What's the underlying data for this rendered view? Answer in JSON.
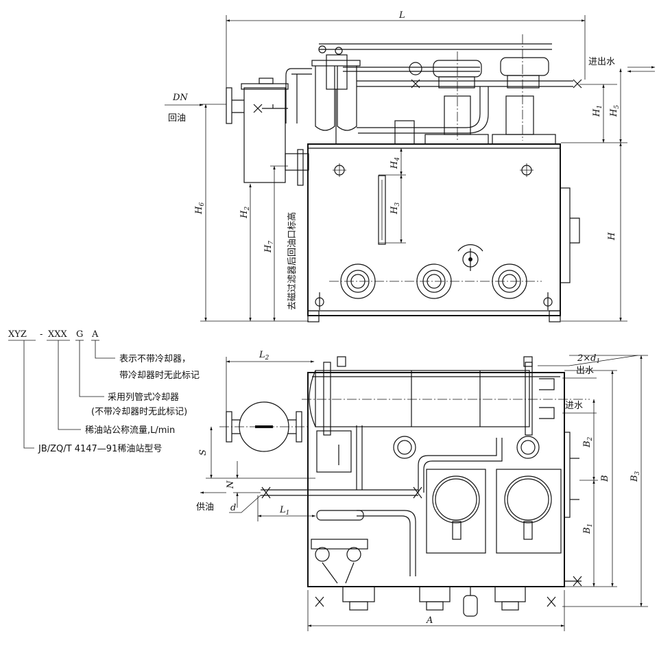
{
  "dims": {
    "L": "L",
    "L1": "L",
    "L1_sub": "1",
    "L2": "L",
    "L2_sub": "2",
    "H": "H",
    "H1": "H",
    "H1_sub": "1",
    "H2": "H",
    "H2_sub": "2",
    "H3": "H",
    "H3_sub": "3",
    "H4": "H",
    "H4_sub": "4",
    "H5": "H",
    "H5_sub": "5",
    "H6": "H",
    "H6_sub": "6",
    "H7": "H",
    "H7_sub": "7",
    "A": "A",
    "B": "B",
    "B1": "B",
    "B1_sub": "1",
    "B2": "B",
    "B2_sub": "2",
    "B3": "B",
    "B3_sub": "3",
    "S": "S",
    "N": "N",
    "d": "d",
    "DN": "DN",
    "d1": "2×d",
    "d1_sub": "1"
  },
  "labels": {
    "return_oil": "回油",
    "inlet_outlet_water": "进出水",
    "outlet_water": "出水",
    "inlet_water": "进水",
    "supply_oil": "供油",
    "return_port_elevation": "去磁过滤器后回油口标高"
  },
  "model_code": {
    "p1": "XYZ",
    "dash": "-",
    "p2": "XXX",
    "p3": "G",
    "p4": "A",
    "note_A_line1": "表示不带冷却器，",
    "note_A_line2": "带冷却器时无此标记",
    "note_G_line1": "采用列管式冷却器",
    "note_G_line2": "(不带冷却器时无此标记)",
    "note_XXX": "稀油站公称流量,L/min",
    "note_XYZ": "JB/ZQ/T 4147—91稀油站型号"
  }
}
